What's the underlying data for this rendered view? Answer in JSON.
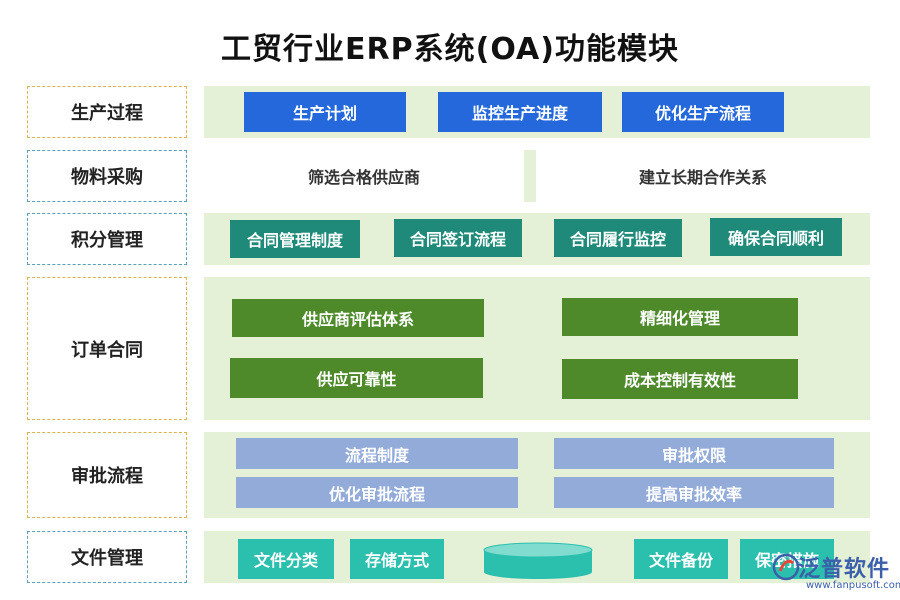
{
  "title": "工贸行业ERP系统(OA)功能模块",
  "rows": [
    {
      "label": "生产过程",
      "items": [
        "生产计划",
        "监控生产进度",
        "优化生产流程"
      ]
    },
    {
      "label": "物料采购",
      "items": [
        "筛选合格供应商",
        "建立长期合作关系"
      ]
    },
    {
      "label": "积分管理",
      "items": [
        "合同管理制度",
        "合同签订流程",
        "合同履行监控",
        "确保合同顺利"
      ]
    },
    {
      "label": "订单合同",
      "items": [
        "供应商评估体系",
        "精细化管理",
        "供应可靠性",
        "成本控制有效性"
      ]
    },
    {
      "label": "审批流程",
      "items": [
        "流程制度",
        "审批权限",
        "优化审批流程",
        "提高审批效率"
      ]
    },
    {
      "label": "文件管理",
      "items": [
        "文件分类",
        "存储方式",
        "文件备份",
        "保密措施"
      ]
    }
  ],
  "logo": {
    "name": "泛普软件",
    "url": "www.fanpusoft.com"
  },
  "colors": {
    "production": "#2468dc",
    "contract": "#1f8a7a",
    "order": "#4e8a2a",
    "approval": "#93abd9",
    "files": "#2bbfae",
    "panel": "#e4f1d7"
  }
}
